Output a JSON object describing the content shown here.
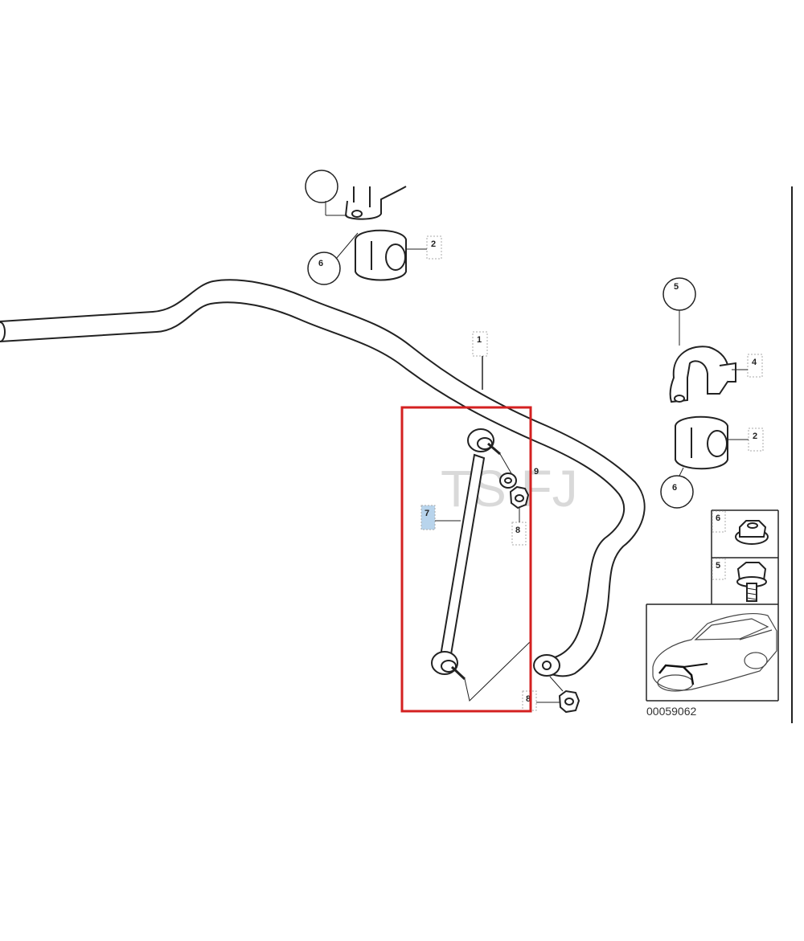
{
  "diagram": {
    "labels": {
      "part_1": "1",
      "part_2_top": "2",
      "part_2_right": "2",
      "part_4": "4",
      "part_5_circle": "5",
      "part_5_box": "5",
      "part_6_top": "6",
      "part_6_right": "6",
      "part_6_box": "6",
      "part_7": "7",
      "part_8_upper": "8",
      "part_8_lower": "8",
      "part_9": "9"
    },
    "reference_number": "00059062",
    "watermark": "TS FJ",
    "colors": {
      "highlight_box": "#d42020",
      "highlight_label": "#b8d4ec",
      "line": "#222222",
      "right_border": "#222222"
    }
  }
}
